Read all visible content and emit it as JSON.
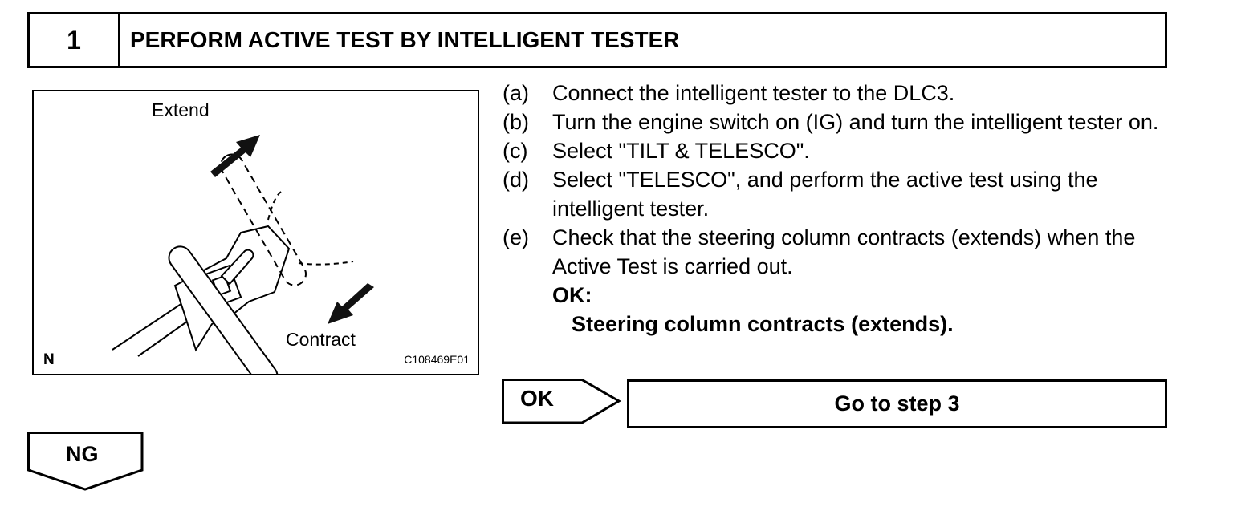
{
  "header": {
    "step_number": "1",
    "title": "PERFORM ACTIVE TEST BY INTELLIGENT TESTER"
  },
  "figure": {
    "label_extend": "Extend",
    "label_contract": "Contract",
    "label_n": "N",
    "code": "C108469E01"
  },
  "instructions": [
    {
      "letter": "(a)",
      "text": "Connect the intelligent tester to the DLC3."
    },
    {
      "letter": "(b)",
      "text": "Turn the engine switch on (IG) and turn the intelligent tester on."
    },
    {
      "letter": "(c)",
      "text": "Select \"TILT & TELESCO\"."
    },
    {
      "letter": "(d)",
      "text": "Select \"TELESCO\", and perform the active test using the intelligent tester."
    },
    {
      "letter": "(e)",
      "text": "Check that the steering column contracts (extends) when the Active Test is carried out."
    }
  ],
  "ok_criteria": {
    "label": "OK:",
    "result": "Steering column contracts (extends)."
  },
  "ok_branch": {
    "label": "OK",
    "target": "Go to step 3"
  },
  "ng_branch": {
    "label": "NG"
  }
}
